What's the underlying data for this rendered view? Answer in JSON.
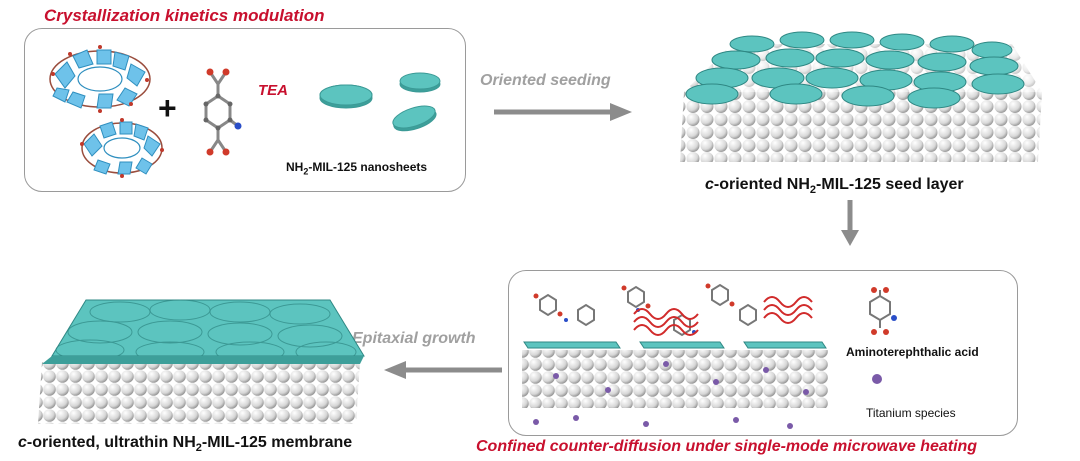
{
  "panel1": {
    "title": "Crystallization kinetics modulation",
    "plus_symbol": "+",
    "tea_label": "TEA",
    "nanosheets_label_pre": "NH",
    "nanosheets_label_sub": "2",
    "nanosheets_label_post": "-MIL-125 nanosheets"
  },
  "step1": {
    "label": "Oriented seeding"
  },
  "seed_layer": {
    "label_italic": "c",
    "label_pre": "-oriented NH",
    "label_sub": "2",
    "label_post": "-MIL-125 seed layer"
  },
  "panel2": {
    "caption": "Confined counter-diffusion under single-mode microwave heating",
    "legend_acid": "Aminoterephthalic  acid",
    "legend_ti": "Titanium species"
  },
  "step2": {
    "label": "Epitaxial growth"
  },
  "membrane": {
    "label_italic": "c",
    "label_pre": "-oriented, ultrathin NH",
    "label_sub": "2",
    "label_post": "-MIL-125 membrane"
  },
  "colors": {
    "accent_red": "#c8102e",
    "sheet_teal": "#5cc4bf",
    "frame_blue": "#5fb8e0",
    "ti_purple": "#7a5aa8"
  }
}
